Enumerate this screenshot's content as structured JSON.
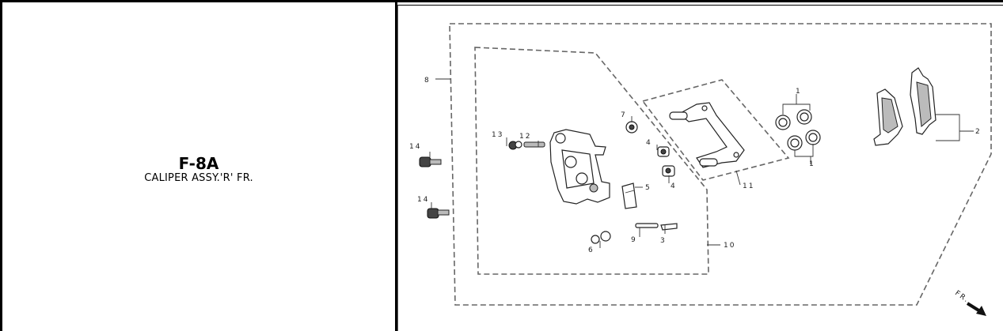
{
  "section": {
    "code": "F-8A",
    "title": "CALIPER ASSY.'R' FR."
  },
  "callouts": {
    "c1a": "1",
    "c1b": "1",
    "c2": "2",
    "c3": "3",
    "c4a": "4",
    "c4b": "4",
    "c5": "5",
    "c6": "6",
    "c7": "7",
    "c8": "8",
    "c9": "9",
    "c10": "10",
    "c11": "11",
    "c12": "12",
    "c13": "13",
    "c14a": "14",
    "c14b": "14"
  },
  "direction": {
    "label": "FR."
  }
}
